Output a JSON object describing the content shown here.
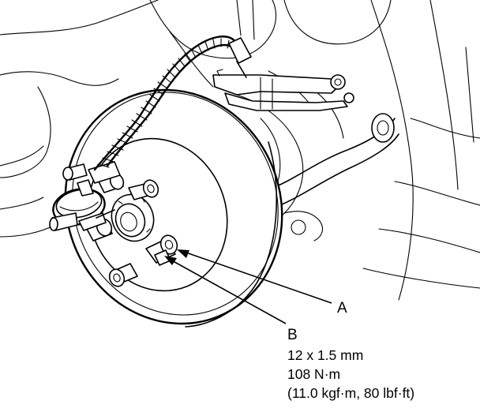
{
  "callouts": {
    "a": {
      "label": "A"
    },
    "b": {
      "label": "B",
      "spec_lines": [
        "12 x 1.5 mm",
        "108 N·m",
        "(11.0 kgf·m, 80 lbf·ft)"
      ]
    }
  },
  "colors": {
    "ink": "#000000",
    "background": "#ffffff"
  }
}
